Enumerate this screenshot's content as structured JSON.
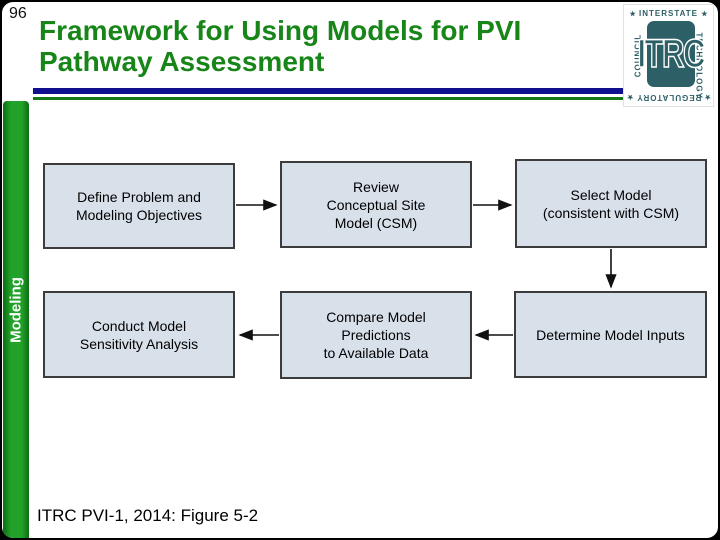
{
  "slide": {
    "number": "96",
    "title": "Framework for Using Models for PVI\nPathway Assessment",
    "sidebar_label": "Modeling",
    "footer": "ITRC PVI-1, 2014: Figure 5-2"
  },
  "logo": {
    "acronym": "ITRC",
    "top": "INTERSTATE",
    "right": "TECHNOLOGY",
    "bottom": "REGULATORY",
    "left": "COUNCIL",
    "star": "★"
  },
  "flowchart": {
    "boxes": [
      {
        "id": "define-problem",
        "label": "Define Problem and\nModeling Objectives"
      },
      {
        "id": "review-csm",
        "label": "Review\nConceptual Site\nModel (CSM)"
      },
      {
        "id": "select-model",
        "label": "Select Model\n(consistent with CSM)"
      },
      {
        "id": "conduct-sensitivity",
        "label": "Conduct Model\nSensitivity Analysis"
      },
      {
        "id": "compare-predictions",
        "label": "Compare Model\nPredictions\nto Available Data"
      },
      {
        "id": "determine-inputs",
        "label": "Determine Model Inputs"
      }
    ]
  },
  "colors": {
    "title_green": "#178517",
    "sidebar_green": "#22a22a",
    "divider_blue": "#10108e",
    "divider_green": "#157a15",
    "box_fill": "#d8e0ea",
    "box_border": "#3c3c3c",
    "logo_teal": "#2d6066"
  }
}
